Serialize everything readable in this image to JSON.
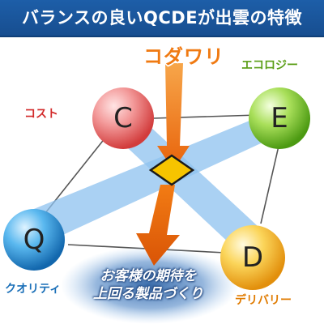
{
  "title": "バランスの良いQCDEが出雲の特徴",
  "center_label": "コダワリ",
  "outcome_lines": [
    "お客様の期待を",
    "上回る製品づくり"
  ],
  "nodes": {
    "C": {
      "letter": "C",
      "label": "コスト",
      "color": "#e85a5a"
    },
    "E": {
      "letter": "E",
      "label": "エコロジー",
      "color": "#6fb52a"
    },
    "Q": {
      "letter": "Q",
      "label": "クオリティ",
      "color": "#1f8fd6"
    },
    "D": {
      "letter": "D",
      "label": "デリバリー",
      "color": "#f0a51e"
    }
  },
  "colors": {
    "banner": "#1d5ea8",
    "arrow": "#f07a12",
    "band": "#8ec2ef",
    "diamond": "#f6c400"
  }
}
